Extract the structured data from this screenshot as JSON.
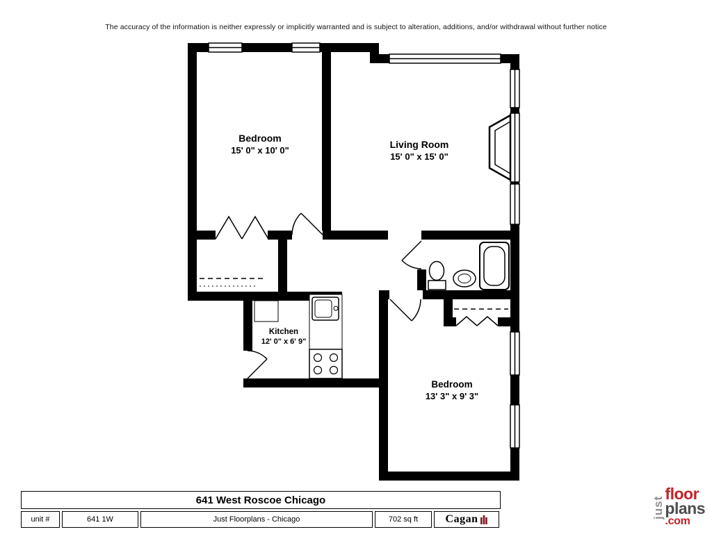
{
  "disclaimer": "The accuracy of the information is neither expressly or implicitly warranted and is subject to alteration, additions, and/or withdrawal without further notice",
  "rooms": {
    "bedroom1": {
      "name": "Bedroom",
      "dims": "15' 0\" x 10' 0\""
    },
    "living_room": {
      "name": "Living Room",
      "dims": "15' 0\" x 15' 0\""
    },
    "kitchen": {
      "name": "Kitchen",
      "dims": "12' 0\" x 6' 9\""
    },
    "bedroom2": {
      "name": "Bedroom",
      "dims": "13' 3\" x 9' 3\""
    }
  },
  "title_block": {
    "title": "641 West Roscoe Chicago",
    "unit_label": "unit #",
    "unit_value": "641 1W",
    "company": "Just Floorplans - Chicago",
    "area": "702 sq ft",
    "cagan": "Cagan"
  },
  "brand": {
    "just": "just",
    "floor": "floor",
    "plans": "plans",
    "com": ".com",
    "red": "#c42127",
    "gray": "#8e8e8e"
  }
}
